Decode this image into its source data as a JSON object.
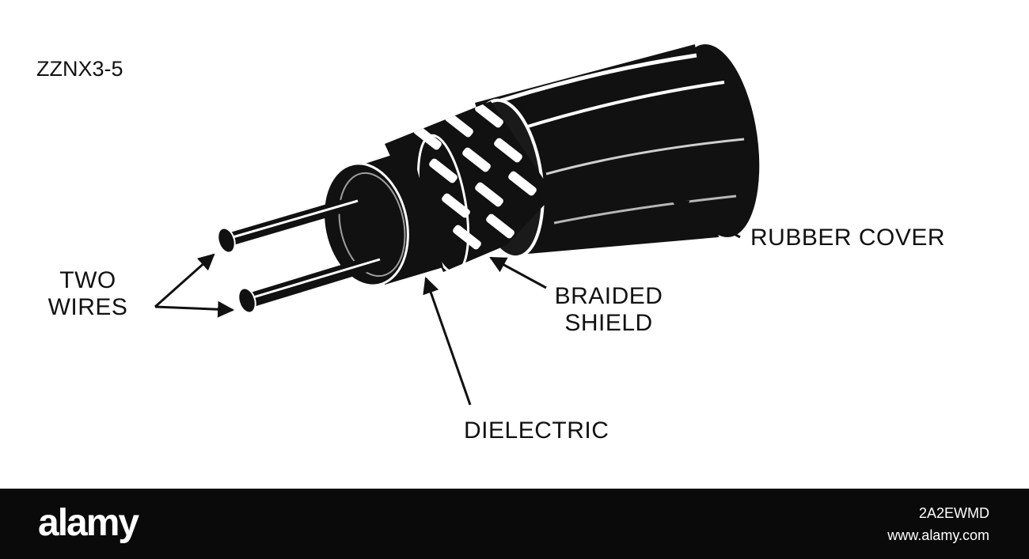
{
  "figure": {
    "code": "ZZNX3-5",
    "labels": {
      "rubber_cover": "RUBBER COVER",
      "braided_shield": [
        "BRAIDED",
        "SHIELD"
      ],
      "two_wires": [
        "TWO",
        "WIRES"
      ],
      "dielectric": "DIELECTRIC"
    }
  },
  "footer": {
    "brand": "alamy",
    "image_id": "2A2EWMD",
    "site": "www.alamy.com"
  },
  "colors": {
    "ink": "#111111",
    "paper": "#ffffff",
    "footer_bg": "#0a0a0a",
    "footer_text": "#ffffff"
  }
}
